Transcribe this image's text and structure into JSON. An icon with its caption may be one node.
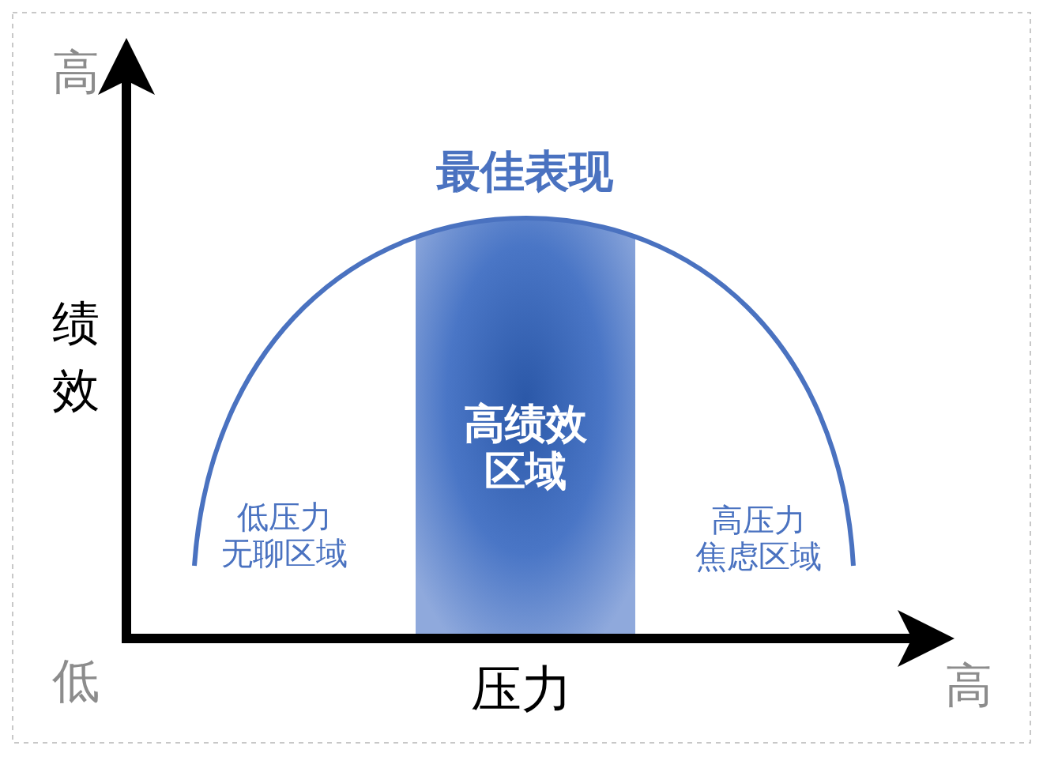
{
  "diagram": {
    "nodes": [
      {
        "text": [
          "高绩效区域"
        ]
      }
    ],
    "labels": [
      "高",
      "绩效",
      "低",
      "压力",
      "高",
      "最佳表现",
      "低压力无聊区域",
      "高压力焦虑区域"
    ]
  }
}
